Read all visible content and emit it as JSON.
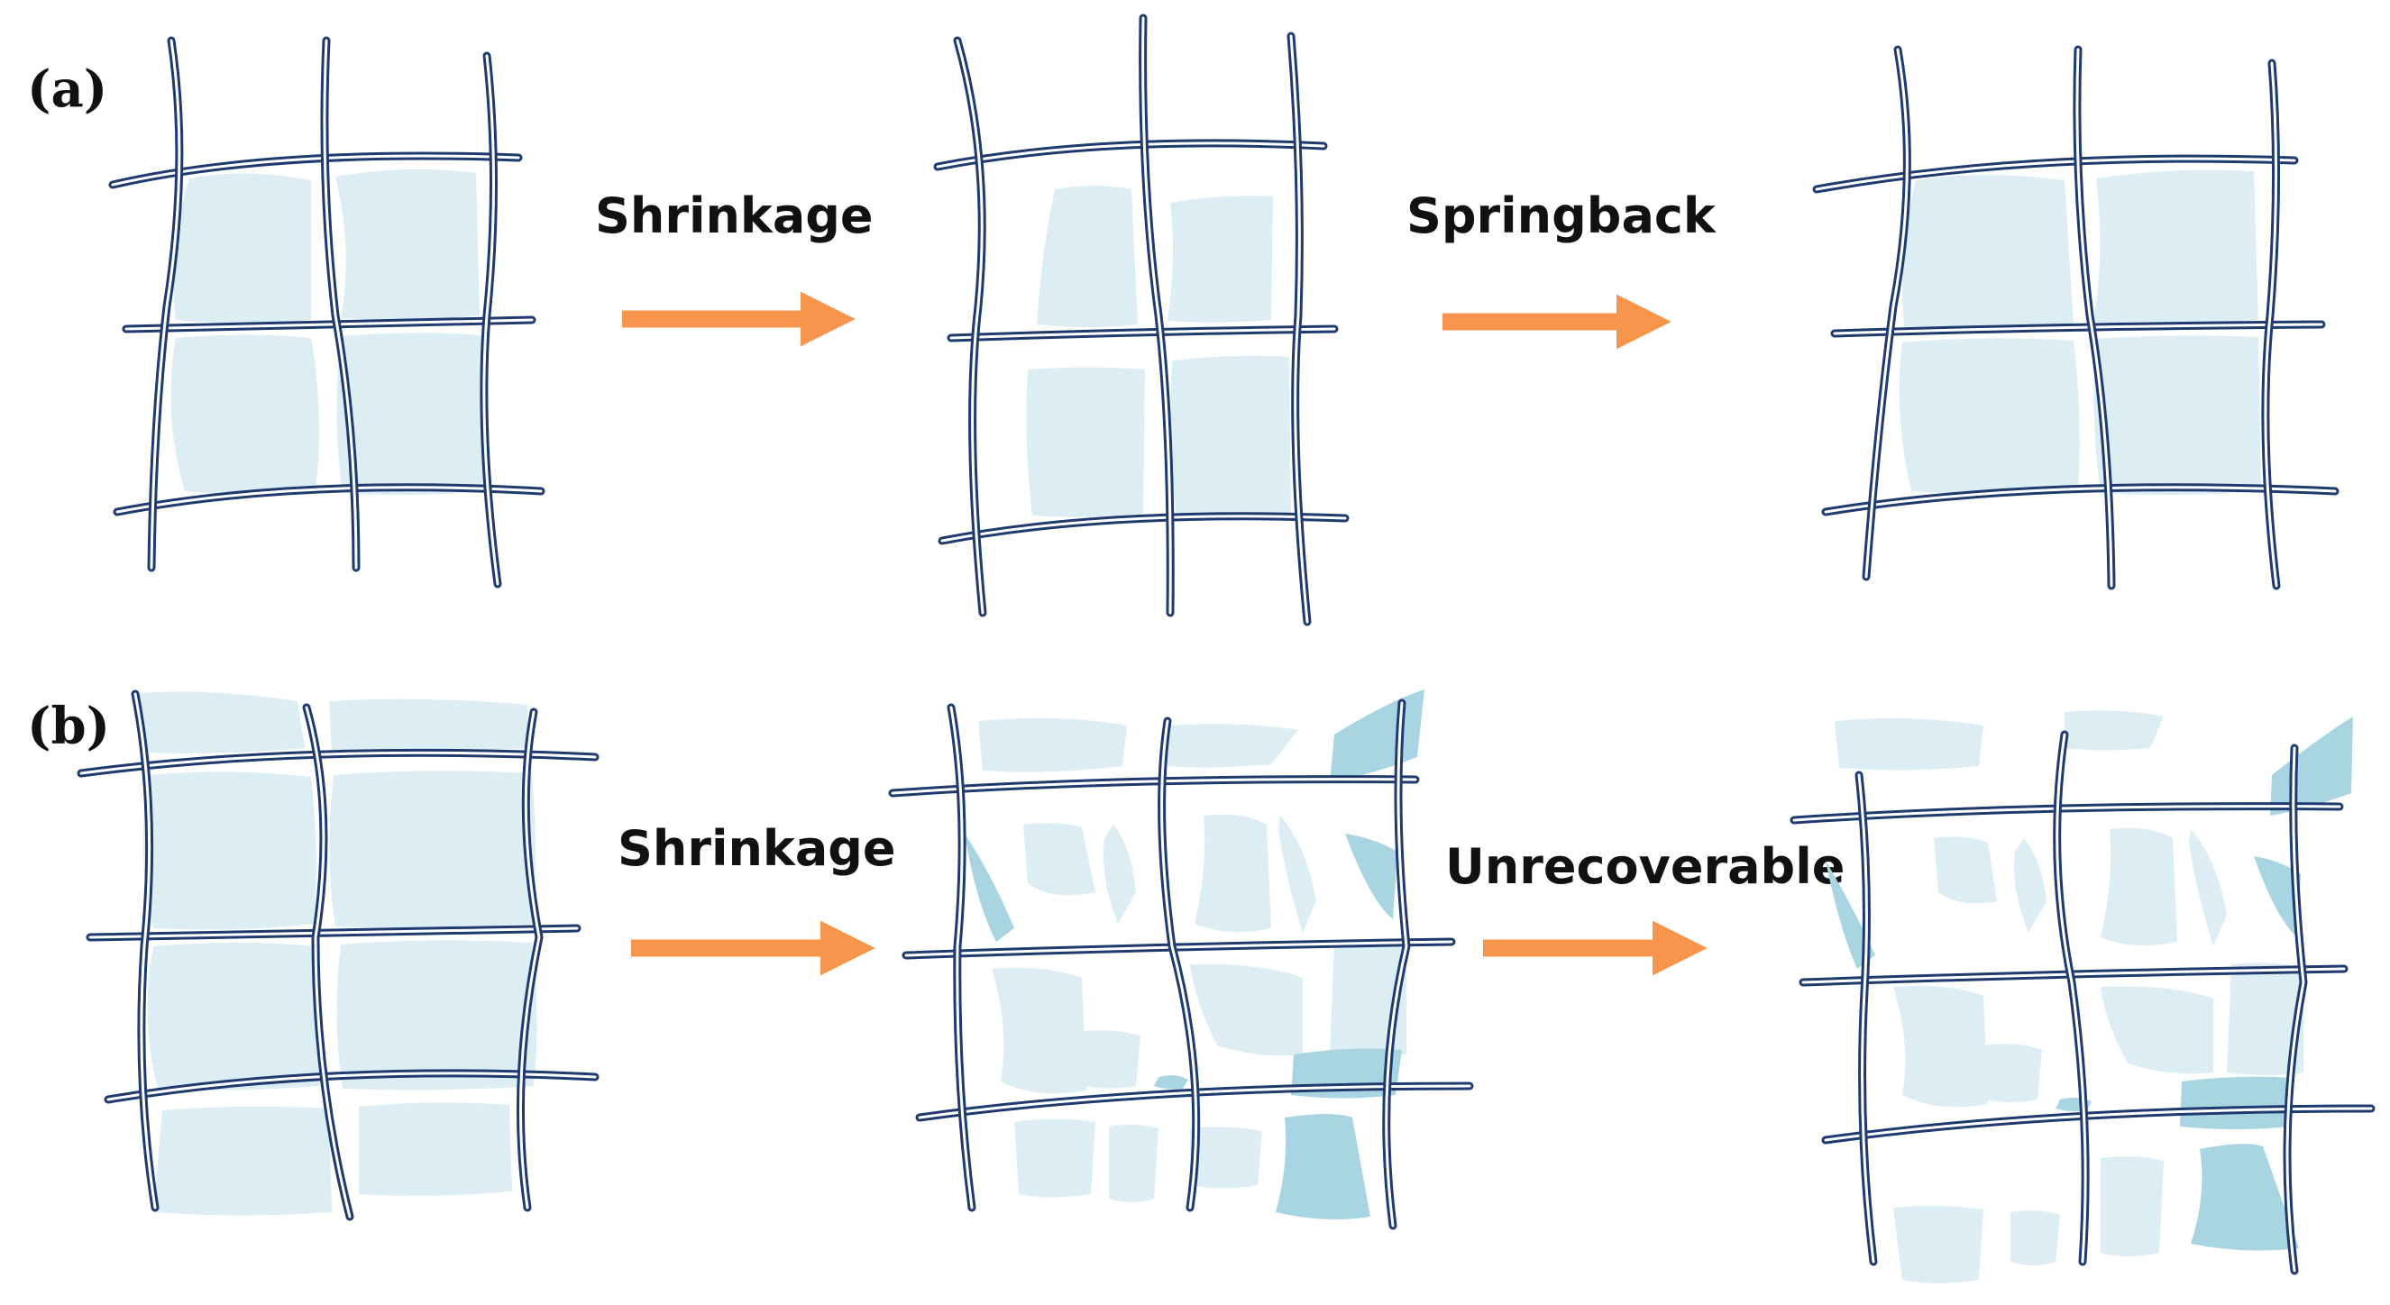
{
  "colors": {
    "fiber": "#1f3a6e",
    "gap": "#ffffff",
    "fill_light": "#dcedf4",
    "fill_dark": "#a9d5e3",
    "arrow": "#f6954b"
  },
  "panels": {
    "a": {
      "label": "(a)",
      "step1": "Shrinkage",
      "step2": "Springback"
    },
    "b": {
      "label": "(b)",
      "step1": "Shrinkage",
      "step2": "Unrecoverable"
    }
  }
}
